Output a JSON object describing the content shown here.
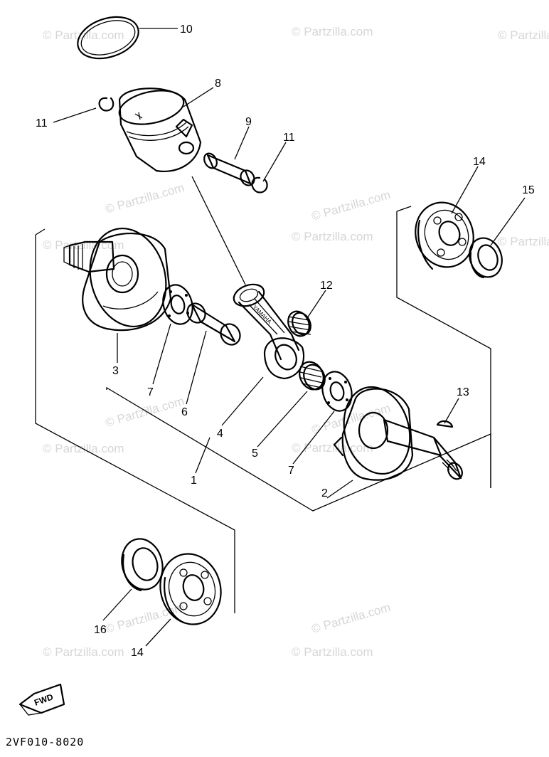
{
  "watermark_text": "© Partzilla.com",
  "diagram_code": "2VF010-8020",
  "fwd_label": "FWD",
  "callouts": {
    "c1": "1",
    "c2": "2",
    "c3": "3",
    "c4": "4",
    "c5": "5",
    "c6": "6",
    "c7a": "7",
    "c7b": "7",
    "c8": "8",
    "c9": "9",
    "c10": "10",
    "c11a": "11",
    "c11b": "11",
    "c12": "12",
    "c13": "13",
    "c14a": "14",
    "c14b": "14",
    "c15": "15",
    "c16": "16"
  }
}
